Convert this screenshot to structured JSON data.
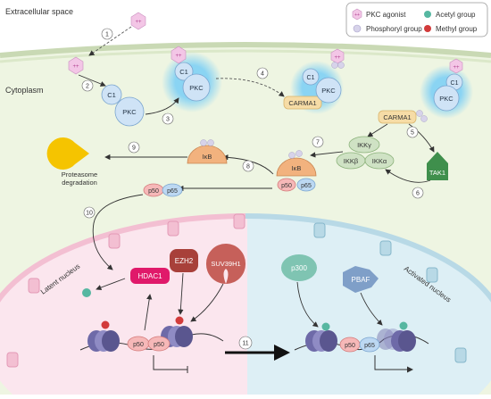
{
  "labels": {
    "extracellular": "Extracellular space",
    "cytoplasm": "Cytoplasm",
    "proteasome_line1": "Proteasome",
    "proteasome_line2": "degradation",
    "latent_nucleus": "Latent nucleus",
    "activated_nucleus": "Activated nucleus"
  },
  "legend": {
    "pkc_agonist": "PKC agonist",
    "phosphoryl": "Phosphoryl group",
    "acetyl": "Acetyl group",
    "methyl": "Methyl group",
    "agonist_glyph": "++"
  },
  "molecules": {
    "c1": "C1",
    "pkc": "PKC",
    "carma1": "CARMA1",
    "ikb": "IκB",
    "ikkg": "IKKγ",
    "ikkb": "IKKβ",
    "ikka": "IKKα",
    "tak1": "TAK1",
    "p50": "p50",
    "p65": "p65",
    "hdac1": "HDAC1",
    "ezh2": "EZH2",
    "suv39h1": "SUV39H1",
    "p300": "p300",
    "pbaf": "PBAF"
  },
  "steps": [
    "1",
    "2",
    "3",
    "4",
    "5",
    "6",
    "7",
    "8",
    "9",
    "10",
    "11"
  ],
  "colors": {
    "cytoplasm": "#eef5e2",
    "latent": "#fbe6ee",
    "activated": "#ddeff5",
    "pkc": "#cfe3f6",
    "carma1": "#f6dca6",
    "ikk": "#cfe2c4",
    "tak1": "#3f8f4c",
    "ikb": "#f2b27e",
    "p50": "#f6b8b8",
    "p65": "#bcd8f2",
    "hdac1": "#e0196a",
    "ezh2": "#a8403a",
    "suv39h1": "#c6605a",
    "p300": "#7fc4b2",
    "pbaf": "#7f9fc8",
    "acetyl": "#56b7a1",
    "methyl": "#d23b3b",
    "phosphoryl": "#d7d3ea",
    "agonist": "#f3c6e6"
  }
}
